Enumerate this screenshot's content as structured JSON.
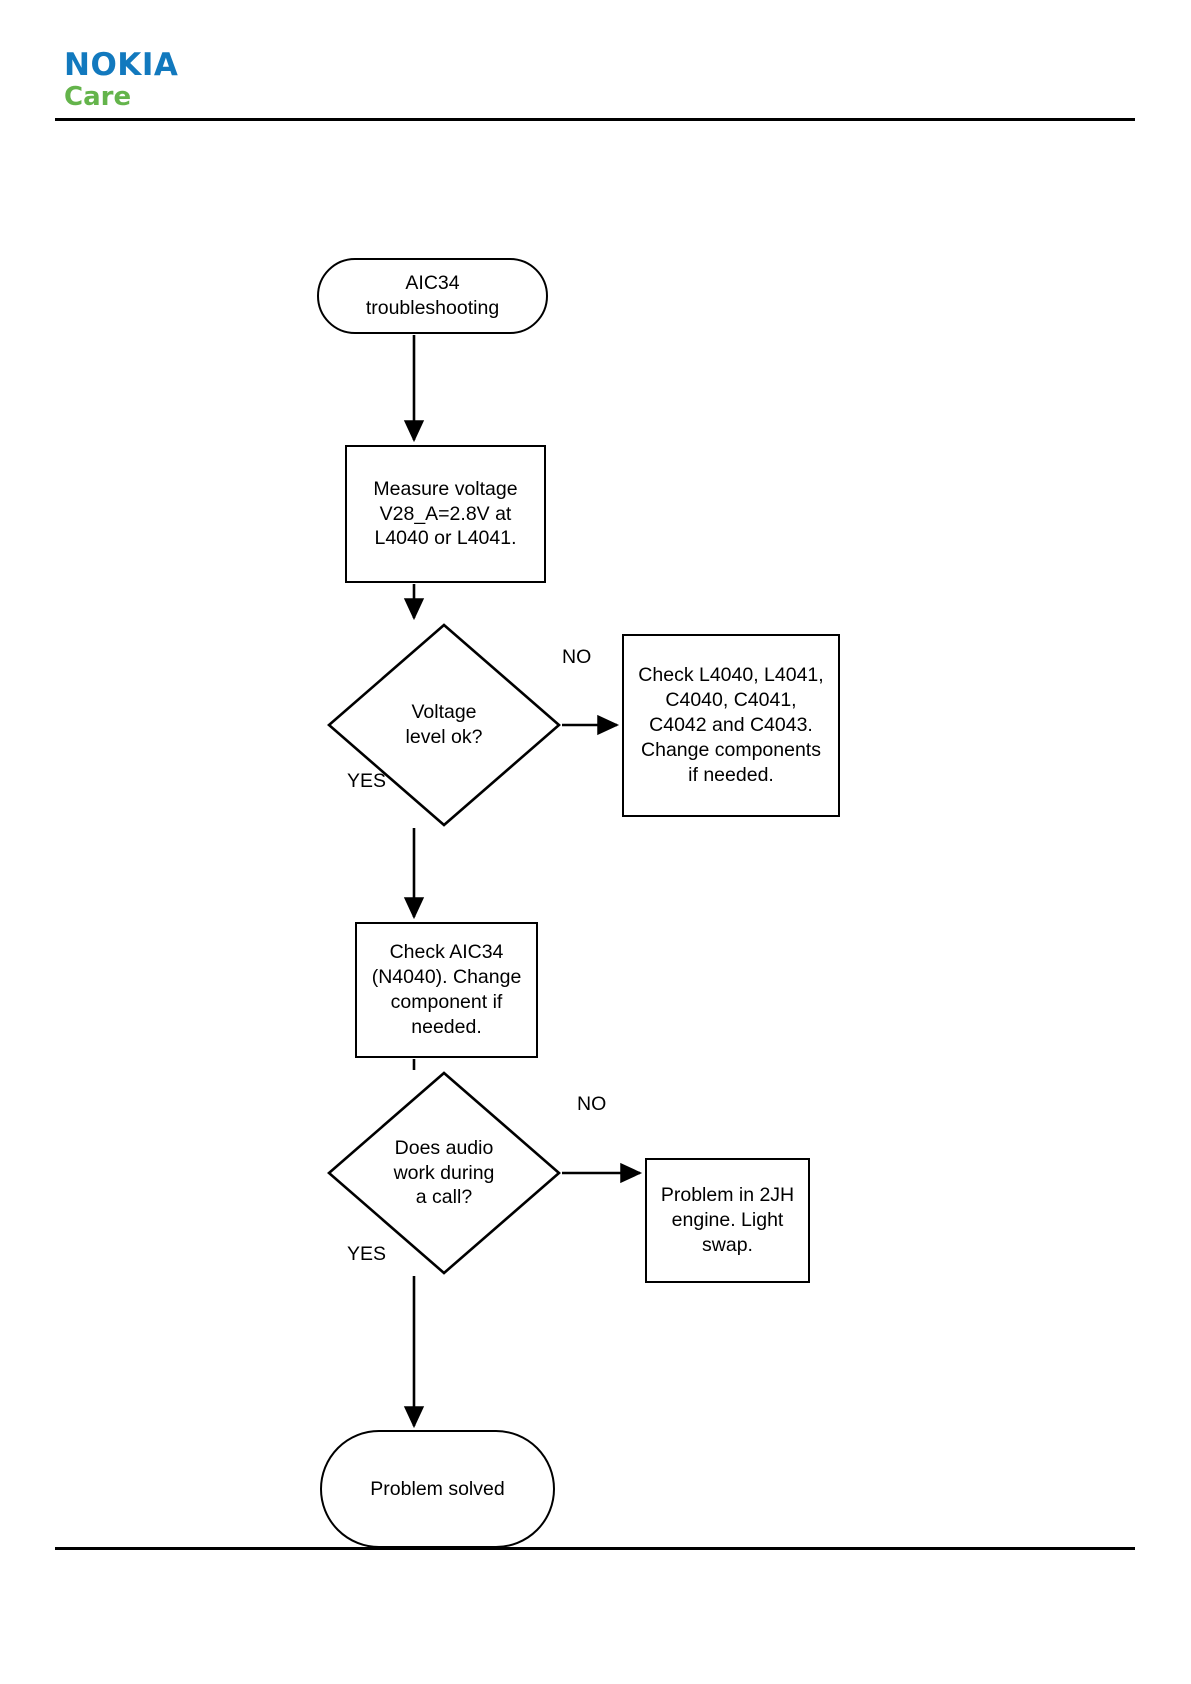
{
  "document": {
    "brand": {
      "name_primary": "NOKIA",
      "name_secondary": "Care",
      "color_primary": "#1279be",
      "color_secondary": "#64b44b"
    }
  },
  "chart_data": {
    "type": "diagram",
    "diagram_kind": "flowchart",
    "title": "AIC34 troubleshooting",
    "nodes": [
      {
        "id": "start",
        "shape": "terminator",
        "text": "AIC34\ntroubleshooting"
      },
      {
        "id": "measure",
        "shape": "process",
        "text": "Measure voltage\nV28_A=2.8V at\nL4040 or L4041."
      },
      {
        "id": "voltage_q",
        "shape": "decision",
        "text": "Voltage\nlevel ok?"
      },
      {
        "id": "check_comp",
        "shape": "process",
        "text": "Check L4040, L4041,\nC4040, C4041,\nC4042 and C4043.\nChange components\nif needed."
      },
      {
        "id": "check_aic",
        "shape": "process",
        "text": "Check AIC34\n(N4040). Change\ncomponent if\nneeded."
      },
      {
        "id": "audio_q",
        "shape": "decision",
        "text": "Does audio\nwork during\na call?"
      },
      {
        "id": "engine_2jh",
        "shape": "process",
        "text": "Problem in 2JH\nengine. Light\nswap."
      },
      {
        "id": "solved",
        "shape": "terminator",
        "text": "Problem solved"
      }
    ],
    "edges": [
      {
        "from": "start",
        "to": "measure",
        "label": ""
      },
      {
        "from": "measure",
        "to": "voltage_q",
        "label": ""
      },
      {
        "from": "voltage_q",
        "to": "check_comp",
        "label": "NO"
      },
      {
        "from": "voltage_q",
        "to": "check_aic",
        "label": "YES"
      },
      {
        "from": "check_aic",
        "to": "audio_q",
        "label": ""
      },
      {
        "from": "audio_q",
        "to": "engine_2jh",
        "label": "NO"
      },
      {
        "from": "audio_q",
        "to": "solved",
        "label": "YES"
      }
    ],
    "edge_labels": {
      "no_1": "NO",
      "yes_1": "YES",
      "no_2": "NO",
      "yes_2": "YES"
    },
    "colors": {
      "stroke": "#000000",
      "fill": "#ffffff",
      "text": "#000000"
    }
  }
}
